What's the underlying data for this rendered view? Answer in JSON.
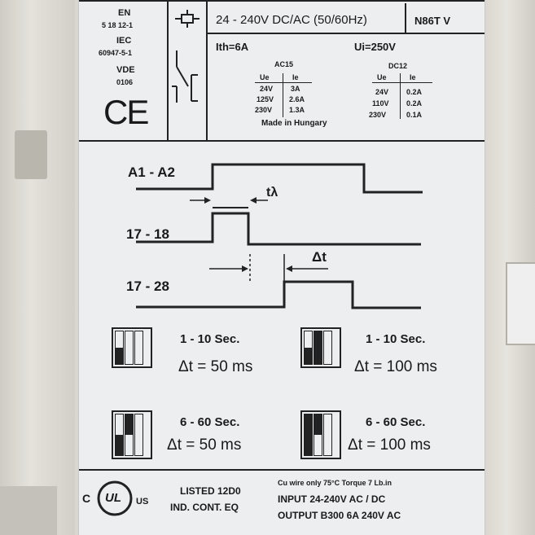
{
  "header": {
    "standards": [
      {
        "name": "EN",
        "number": "5 18 12-1"
      },
      {
        "name": "IEC",
        "number": "60947-5-1"
      },
      {
        "name": "VDE",
        "number": "0106"
      }
    ],
    "ce_mark": "CE",
    "voltage": "24 - 240V DC/AC (50/60Hz)",
    "model": "N86T V",
    "ith": "Ith=6A",
    "ui": "Ui=250V"
  },
  "ratings": {
    "ac": {
      "title": "AC15",
      "col_ue": "Ue",
      "col_ie": "Ie",
      "rows": [
        [
          "24V",
          "3A"
        ],
        [
          "125V",
          "2.6A"
        ],
        [
          "230V",
          "1.3A"
        ]
      ]
    },
    "dc": {
      "title": "DC12",
      "col_ue": "Ue",
      "col_ie": "Ie",
      "rows": [
        [
          "24V",
          "0.2A"
        ],
        [
          "110V",
          "0.2A"
        ],
        [
          "230V",
          "0.1A"
        ]
      ]
    },
    "origin": "Made in Hungary"
  },
  "timing": {
    "a1a2": "A1 - A2",
    "c1718": "17 - 18",
    "c1728": "17 - 28",
    "t_label": "tλ",
    "dt_label": "Δt"
  },
  "settings": [
    {
      "range": "1 - 10 Sec.",
      "delta": "Δt = 50 ms"
    },
    {
      "range": "1 - 10 Sec.",
      "delta": "Δt = 100 ms"
    },
    {
      "range": "6 - 60 Sec.",
      "delta": "Δt = 50 ms"
    },
    {
      "range": "6 - 60 Sec.",
      "delta": "Δt = 100 ms"
    }
  ],
  "footer": {
    "ul_mark": "UL",
    "ul_c": "C",
    "ul_us": "US",
    "listed": "LISTED 12D0",
    "ind": "IND. CONT. EQ",
    "wire": "Cu wire only 75°C Torque 7 Lb.in",
    "input": "INPUT 24-240V AC / DC",
    "output": "OUTPUT B300 6A 240V AC"
  }
}
